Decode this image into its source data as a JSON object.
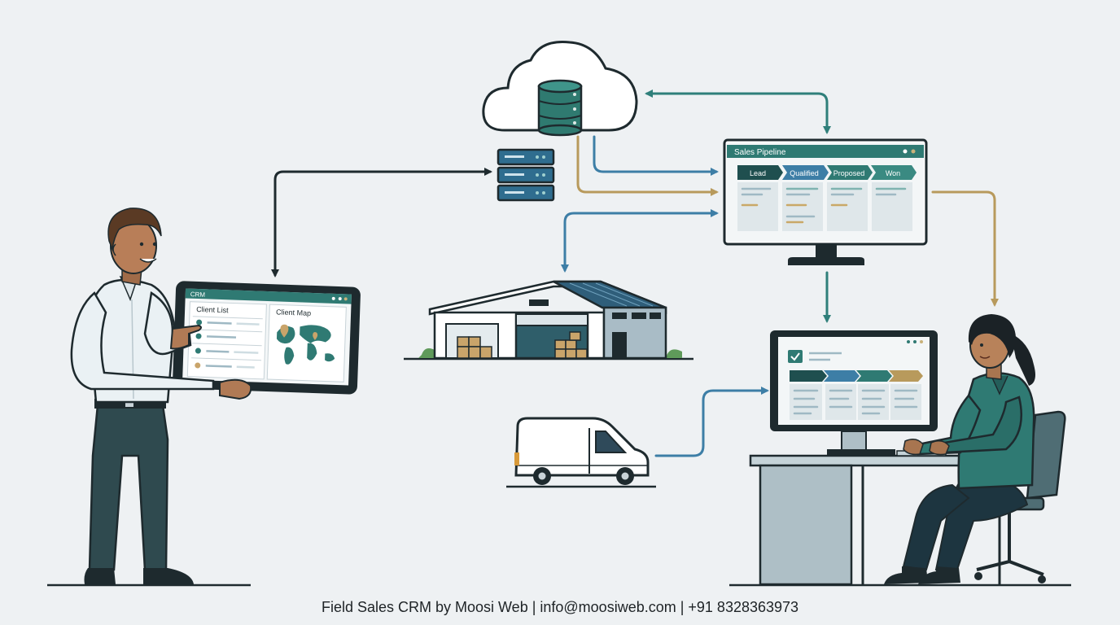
{
  "colors": {
    "teal_dark": "#1f4f4f",
    "teal": "#2f7f7a",
    "blue": "#3d7ea6",
    "gold": "#b89a5c",
    "outline": "#1e2a2e",
    "screen_bg": "#f4f7f8"
  },
  "tablet": {
    "header": "CRM",
    "client_list_title": "Client List",
    "client_map_title": "Client Map"
  },
  "pipeline_monitor": {
    "title": "Sales Pipeline",
    "stages": [
      "Lead",
      "Qualified",
      "Proposed",
      "Won"
    ]
  },
  "footer": {
    "text": "Field Sales CRM by Moosi Web | info@moosiweb.com | +91 8328363973"
  }
}
